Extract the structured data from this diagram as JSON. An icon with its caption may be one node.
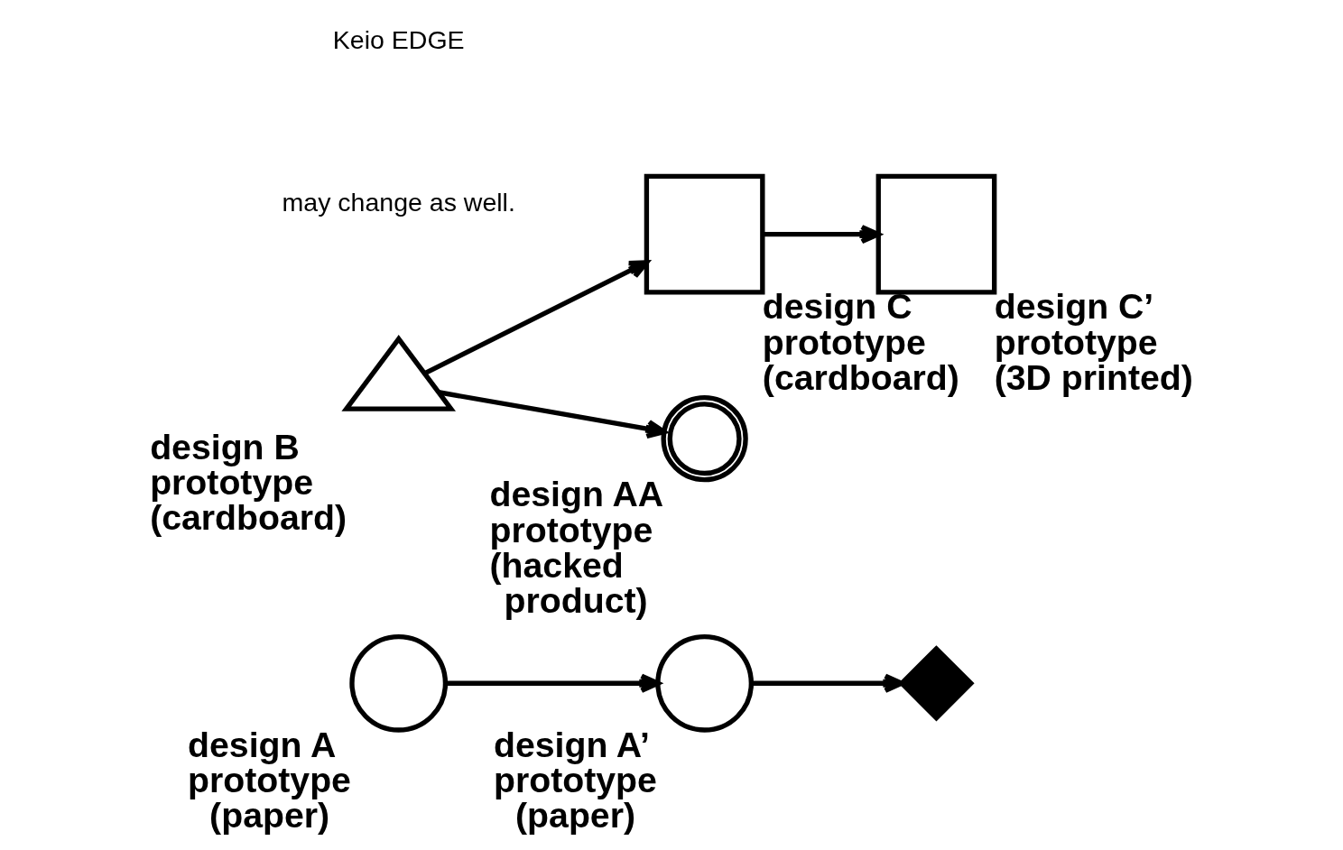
{
  "diagram": {
    "nodes": [
      {
        "text": [],
        "shape": "circle",
        "beside": [
          "design A prototype (paper)"
        ]
      },
      {
        "text": [],
        "shape": "circle",
        "beside": [
          "design A’ prototype (paper)"
        ]
      },
      {
        "text": [],
        "shape": "triangle",
        "beside": [
          "design B prototype (cardboard)"
        ]
      },
      {
        "text": [],
        "shape": "box",
        "beside": [
          "design C prototype (cardboard)"
        ]
      },
      {
        "text": [],
        "shape": "box",
        "beside": [
          "design C’ prototype (3D printed)"
        ]
      },
      {
        "text": [],
        "shape": "cross"
      },
      {
        "text": [],
        "shape": "doublecircle",
        "beside": [
          "design AA prototype (hacked product)"
        ]
      }
    ],
    "edges": [
      {
        "from": 0,
        "to": 1,
        "arrow": "to"
      },
      {
        "from": 1,
        "to": 5,
        "arrow": "to"
      },
      {
        "from": 2,
        "to": 3,
        "arrow": "to"
      },
      {
        "from": 3,
        "to": 4,
        "arrow": "to"
      },
      {
        "from": 2,
        "to": 6,
        "arrow": "to"
      }
    ],
    "labels": [
      "may change as well.",
      "Keio EDGE"
    ]
  }
}
